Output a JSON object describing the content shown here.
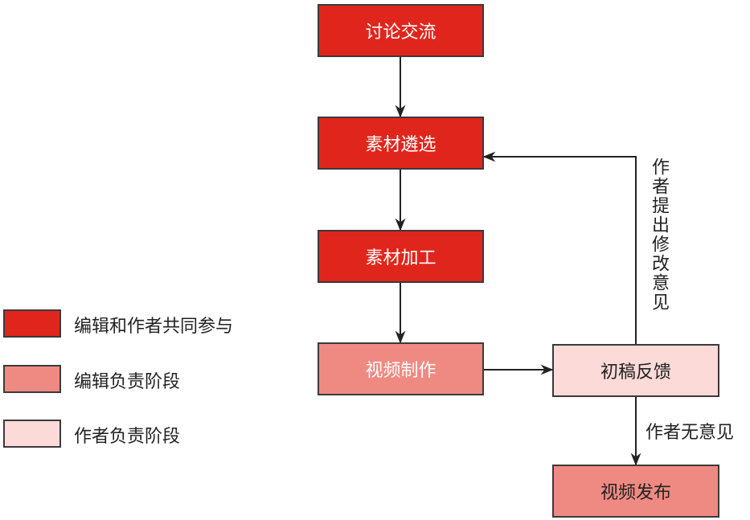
{
  "colors": {
    "joint": "#e0261c",
    "editor": "#ef8a82",
    "author": "#fbdad8",
    "border": "#3a3a3a",
    "arrow": "#222222"
  },
  "nodes": {
    "discuss": "讨论交流",
    "select": "素材遴选",
    "process": "素材加工",
    "produce": "视频制作",
    "feedback": "初稿反馈",
    "publish": "视频发布"
  },
  "edges": {
    "revise_label": "作者提出修改意见",
    "no_comment_label": "作者无意见"
  },
  "legend": {
    "joint": "编辑和作者共同参与",
    "editor": "编辑负责阶段",
    "author": "作者负责阶段"
  }
}
